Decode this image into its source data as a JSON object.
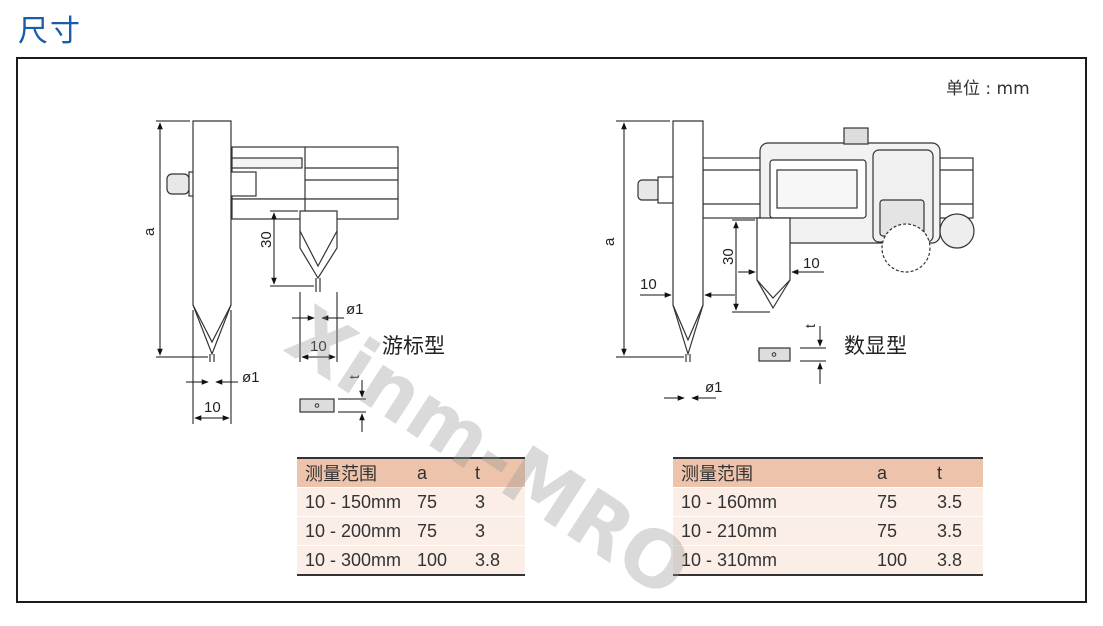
{
  "title": "尺寸",
  "unit_note": "单位 : mm",
  "watermark": "Xinm-MRO",
  "vernier": {
    "label": "游标型",
    "dims": {
      "a": "a",
      "d30": "30",
      "phi": "ø1",
      "w10a": "10",
      "w10b": "10",
      "t": "t"
    },
    "table": {
      "headers": [
        "测量范围",
        "a",
        "t"
      ],
      "rows": [
        [
          "10 - 150mm",
          "75",
          "3"
        ],
        [
          "10 - 200mm",
          "75",
          "3"
        ],
        [
          "10 - 300mm",
          "100",
          "3.8"
        ]
      ]
    }
  },
  "digital": {
    "label": "数显型",
    "dims": {
      "a": "a",
      "d30": "30",
      "phi": "ø1",
      "w10a": "10",
      "w10b": "10",
      "t": "t"
    },
    "table": {
      "headers": [
        "测量范围",
        "a",
        "t"
      ],
      "rows": [
        [
          "10 - 160mm",
          "75",
          "3.5"
        ],
        [
          "10 - 210mm",
          "75",
          "3.5"
        ],
        [
          "10 - 310mm",
          "100",
          "3.8"
        ]
      ]
    }
  }
}
